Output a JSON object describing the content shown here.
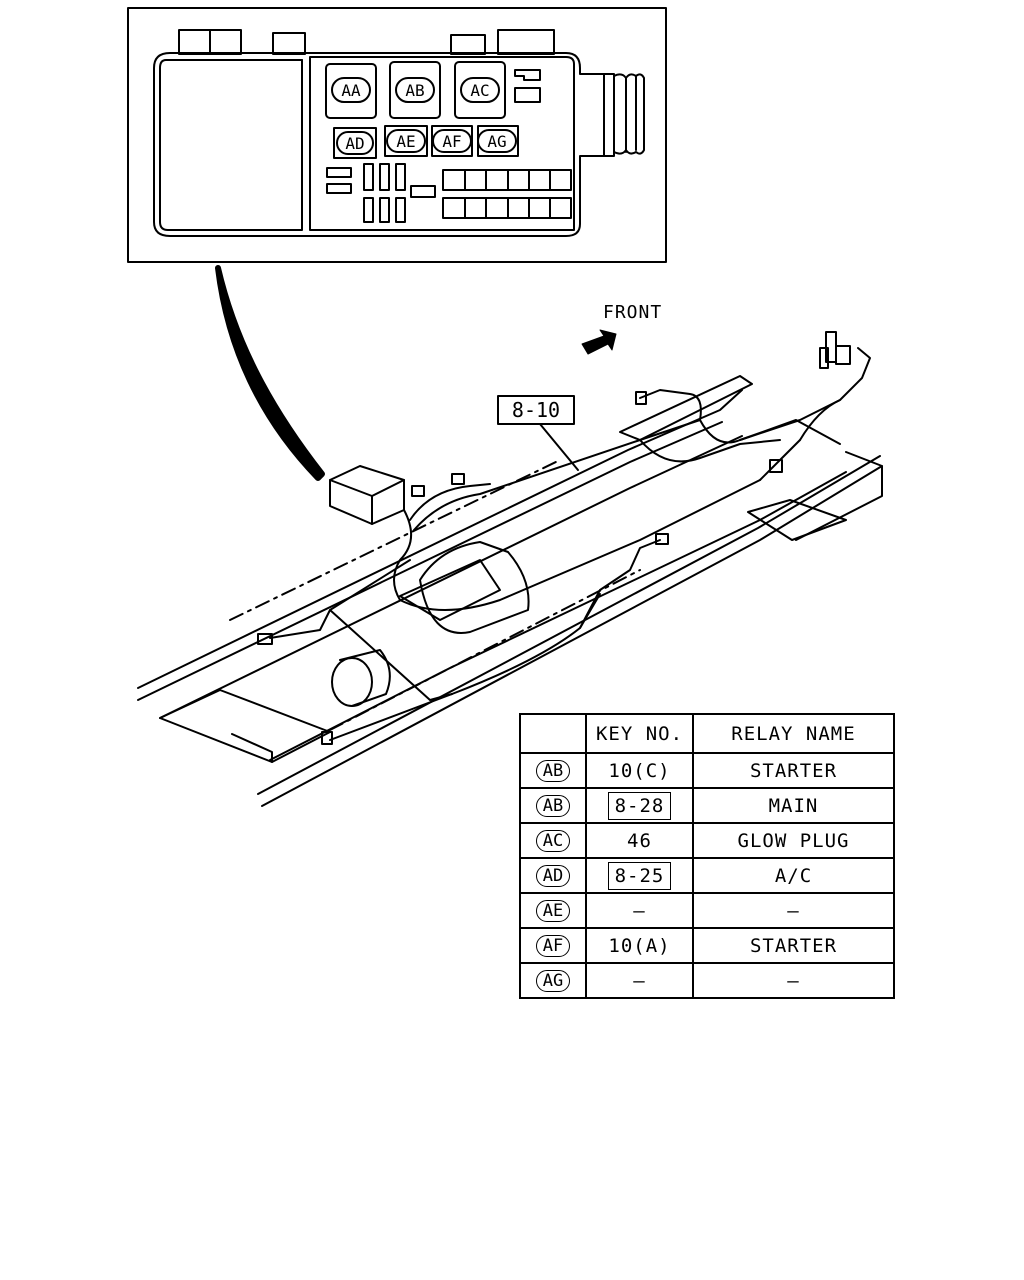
{
  "relay_box": {
    "relays": [
      {
        "label": "AA"
      },
      {
        "label": "AB"
      },
      {
        "label": "AC"
      },
      {
        "label": "AD"
      },
      {
        "label": "AE"
      },
      {
        "label": "AF"
      },
      {
        "label": "AG"
      }
    ]
  },
  "diagram": {
    "front_label": "FRONT",
    "harness_ref": "8-10"
  },
  "table": {
    "headers": [
      "",
      "KEY NO.",
      "RELAY NAME"
    ],
    "rows": [
      {
        "id": "AB",
        "key": "10(C)",
        "key_boxed": false,
        "name": "STARTER"
      },
      {
        "id": "AB",
        "key": "8-28",
        "key_boxed": true,
        "name": "MAIN"
      },
      {
        "id": "AC",
        "key": "46",
        "key_boxed": false,
        "name": "GLOW PLUG"
      },
      {
        "id": "AD",
        "key": "8-25",
        "key_boxed": true,
        "name": "A/C"
      },
      {
        "id": "AE",
        "key": "—",
        "key_boxed": false,
        "name": "—"
      },
      {
        "id": "AF",
        "key": "10(A)",
        "key_boxed": false,
        "name": "STARTER"
      },
      {
        "id": "AG",
        "key": "—",
        "key_boxed": false,
        "name": "—"
      }
    ]
  }
}
